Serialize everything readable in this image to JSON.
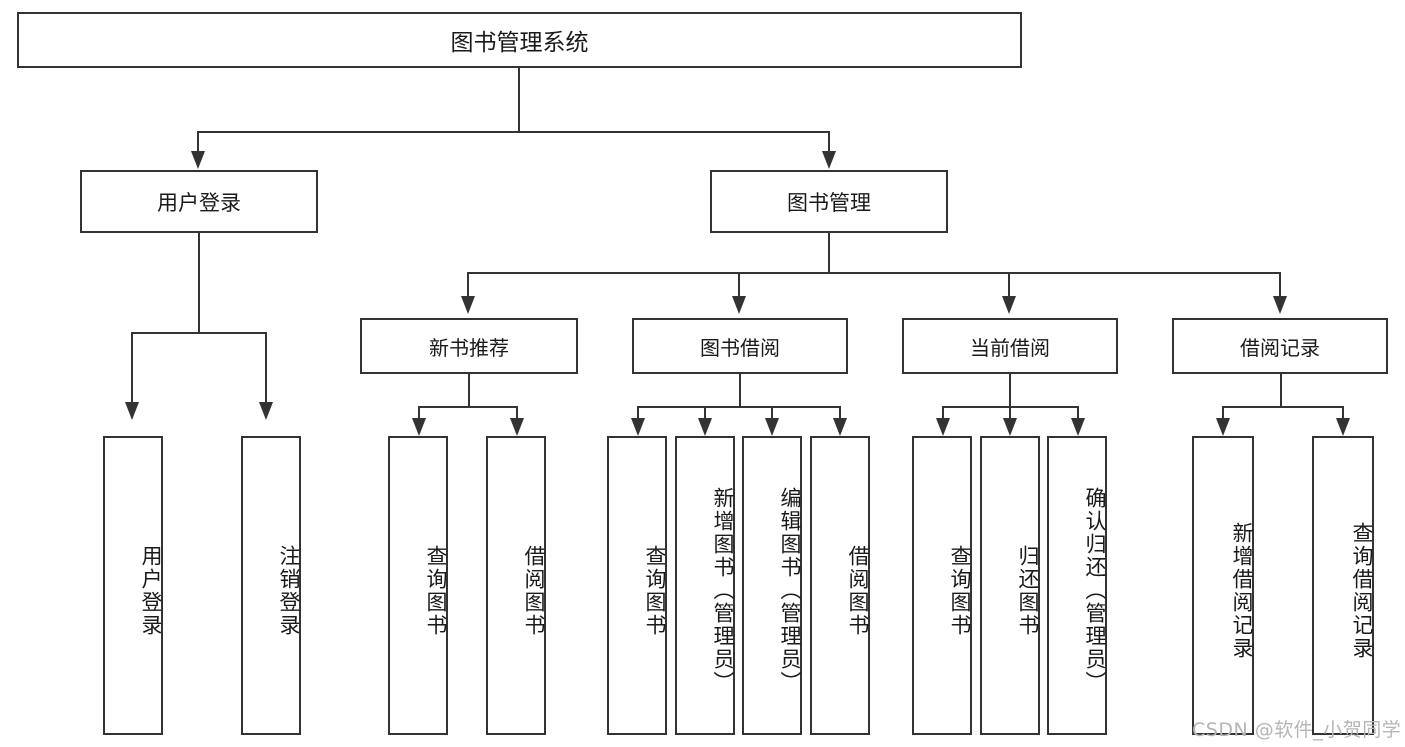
{
  "diagram": {
    "title": "图书管理系统",
    "type": "tree-hierarchy",
    "root": {
      "label": "图书管理系统"
    },
    "level2": [
      {
        "label": "用户登录"
      },
      {
        "label": "图书管理"
      }
    ],
    "level3": [
      {
        "label": "新书推荐"
      },
      {
        "label": "图书借阅"
      },
      {
        "label": "当前借阅"
      },
      {
        "label": "借阅记录"
      }
    ],
    "leaves": {
      "user_login": [
        {
          "label": "用户登录"
        },
        {
          "label": "注销登录"
        }
      ],
      "new_book_recommend": [
        {
          "label": "查询图书"
        },
        {
          "label": "借阅图书"
        }
      ],
      "book_borrow": [
        {
          "label": "查询图书"
        },
        {
          "label": "新增图书（管理员）"
        },
        {
          "label": "编辑图书（管理员）"
        },
        {
          "label": "借阅图书"
        }
      ],
      "current_borrow": [
        {
          "label": "查询图书"
        },
        {
          "label": "归还图书"
        },
        {
          "label": "确认归还（管理员）"
        }
      ],
      "borrow_record": [
        {
          "label": "新增借阅记录"
        },
        {
          "label": "查询借阅记录"
        }
      ]
    }
  },
  "watermark": {
    "text": "CSDN @软件_小贺同学"
  },
  "colors": {
    "border": "#333333",
    "background": "#ffffff",
    "text": "#1a1a1a",
    "watermark": "#b5b5b5"
  }
}
